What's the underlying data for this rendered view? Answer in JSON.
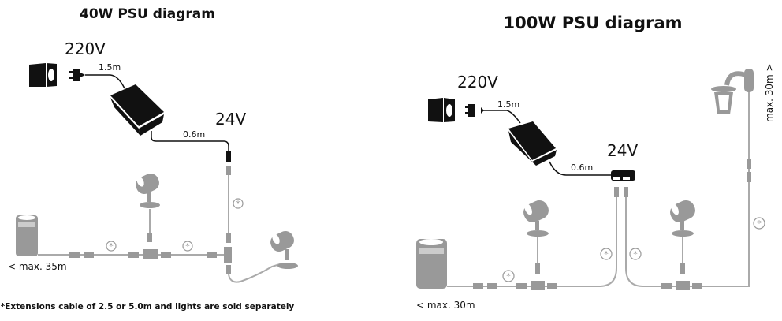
{
  "left": {
    "title": "40W PSU diagram",
    "input_voltage": "220V",
    "output_voltage": "24V",
    "cable_in": "1.5m",
    "cable_out": "0.6m",
    "max_length": "< max. 35m",
    "asterisk": "*",
    "footnote": "*Extensions cable of 2.5 or 5.0m and lights are sold separately"
  },
  "right": {
    "title": "100W PSU diagram",
    "input_voltage": "220V",
    "output_voltage": "24V",
    "cable_in": "1.5m",
    "cable_out": "0.6m",
    "max_length_left": "< max. 30m",
    "max_length_right": "max. 30m >",
    "asterisk": "*"
  },
  "colors": {
    "power": "#111111",
    "low_voltage": "#999999"
  }
}
